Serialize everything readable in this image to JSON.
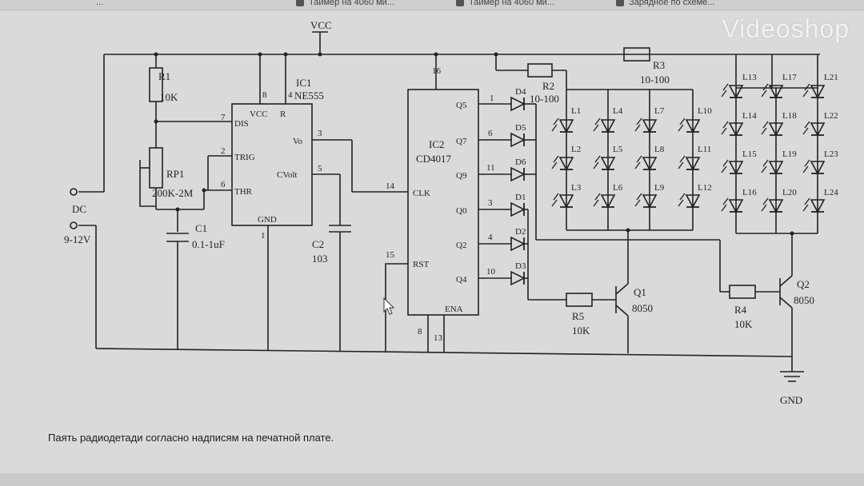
{
  "browser_tabs": [
    "...",
    "Таймер на 4060 ми...",
    "Таймер на 4060 ми...",
    "Зарядное по схеме..."
  ],
  "watermark": "Videoshop",
  "caption": "Паять радиодетади согласно надписям на печатной плате.",
  "schematic": {
    "vcc": "VCC",
    "gnd": "GND",
    "dc": "DC",
    "dc_voltage": "9-12V",
    "ic1": {
      "ref": "IC1",
      "part": "NE555",
      "pins": {
        "dis": "DIS",
        "vcc": "VCC",
        "r": "R",
        "trig": "TRIG",
        "thr": "THR",
        "vo": "Vo",
        "cvolt": "CVolt",
        "gnd": "GND"
      }
    },
    "ic2": {
      "ref": "IC2",
      "part": "CD4017",
      "pins": {
        "q5": "Q5",
        "q7": "Q7",
        "q9": "Q9",
        "q0": "Q0",
        "q2": "Q2",
        "q4": "Q4",
        "clk": "CLK",
        "rst": "RST",
        "ena": "ENA"
      }
    },
    "pin_numbers": {
      "ic1_7": "7",
      "ic1_8": "8",
      "ic1_4": "4",
      "ic1_2": "2",
      "ic1_6": "6",
      "ic1_3": "3",
      "ic1_5": "5",
      "ic1_1": "1",
      "ic2_16": "16",
      "ic2_14": "14",
      "ic2_15": "15",
      "ic2_8": "8",
      "ic2_13": "13",
      "q5": "1",
      "q7": "6",
      "q9": "11",
      "q0": "3",
      "q2": "4",
      "q4": "10"
    },
    "r1": {
      "ref": "R1",
      "value": "10K"
    },
    "rp1": {
      "ref": "RP1",
      "value": "200K-2M"
    },
    "c1": {
      "ref": "C1",
      "value": "0.1-1uF"
    },
    "c2": {
      "ref": "C2",
      "value": "103"
    },
    "r2": {
      "ref": "R2",
      "value": "10-100"
    },
    "r3": {
      "ref": "R3",
      "value": "10-100"
    },
    "r4": {
      "ref": "R4",
      "value": "10K"
    },
    "r5": {
      "ref": "R5",
      "value": "10K"
    },
    "q1": {
      "ref": "Q1",
      "part": "8050"
    },
    "q2": {
      "ref": "Q2",
      "part": "8050"
    },
    "diodes": [
      "D4",
      "D5",
      "D6",
      "D1",
      "D2",
      "D3"
    ],
    "leds": [
      "L1",
      "L2",
      "L3",
      "L4",
      "L5",
      "L6",
      "L7",
      "L8",
      "L9",
      "L10",
      "L11",
      "L12",
      "L13",
      "L14",
      "L15",
      "L16",
      "L17",
      "L18",
      "L19",
      "L20",
      "L21",
      "L22",
      "L23",
      "L24"
    ]
  }
}
